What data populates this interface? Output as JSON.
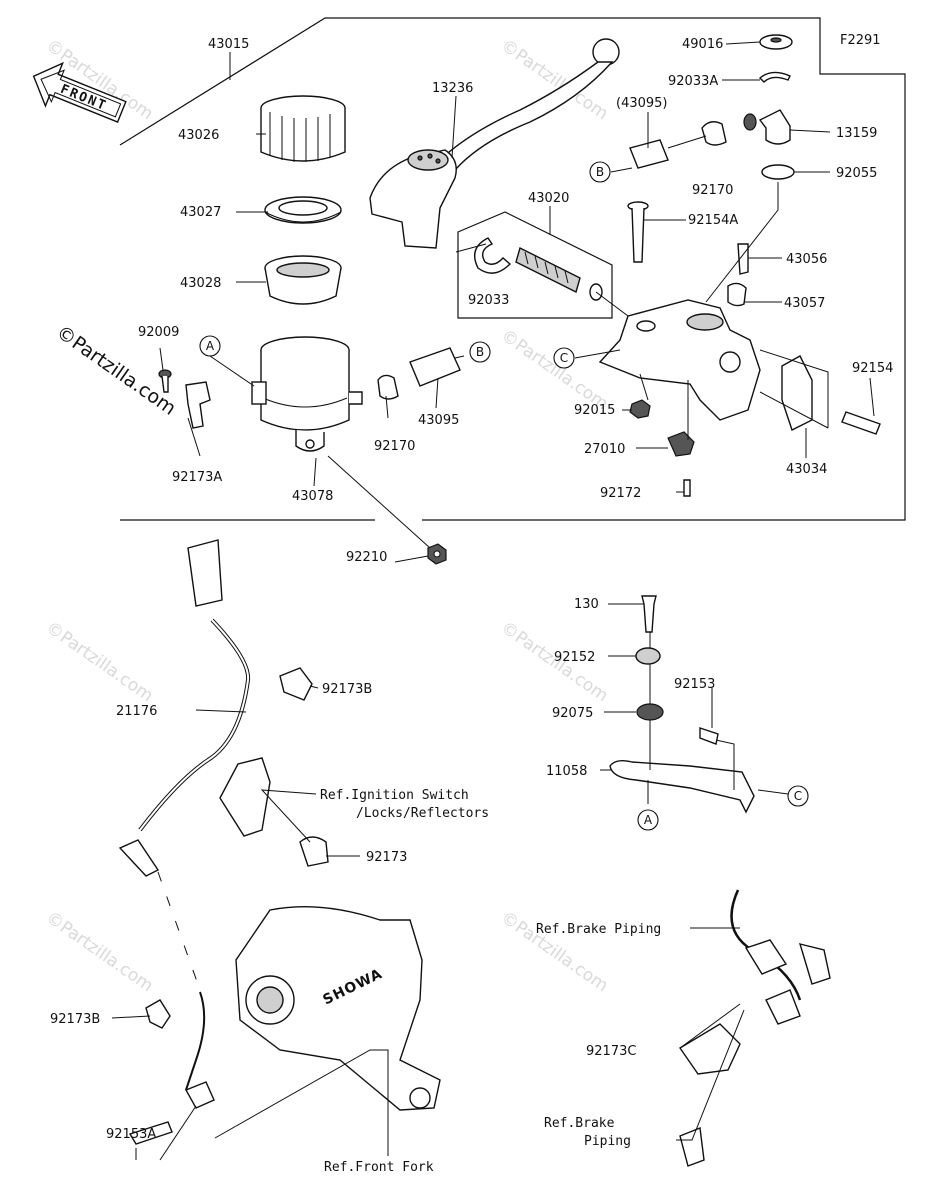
{
  "figure_code": "F2291",
  "front_label": "FRONT",
  "brand_stamp": "SHOWA",
  "watermark": "©Partzilla.com",
  "side_watermark": "©Partzilla.com",
  "part_numbers": {
    "p43015": "43015",
    "p43026": "43026",
    "p43027": "43027",
    "p43028": "43028",
    "p92009": "92009",
    "p92173a": "92173A",
    "p43078": "43078",
    "p92170_left": "92170",
    "p43095_left": "43095",
    "p92210": "92210",
    "p13236": "13236",
    "p43020": "43020",
    "p92033": "92033",
    "p43095_paren": "(43095)",
    "p49016": "49016",
    "p92033a": "92033A",
    "p13159": "13159",
    "p92170_right": "92170",
    "p92055": "92055",
    "p92154a": "92154A",
    "p43056": "43056",
    "p43057": "43057",
    "p92154": "92154",
    "p92015": "92015",
    "p27010": "27010",
    "p92172": "92172",
    "p43034": "43034",
    "p130": "130",
    "p92152": "92152",
    "p92153": "92153",
    "p92075": "92075",
    "p11058": "11058",
    "p21176": "21176",
    "p92173b_top": "92173B",
    "p92173": "92173",
    "p92173b_low": "92173B",
    "p92153a": "92153A",
    "p92173c": "92173C"
  },
  "refs": {
    "ignition_1": "Ref.Ignition Switch",
    "ignition_2": "/Locks/Reflectors",
    "brake_piping": "Ref.Brake Piping",
    "brake_piping_2a": "Ref.Brake",
    "brake_piping_2b": "Piping",
    "front_fork": "Ref.Front Fork"
  },
  "callouts": {
    "a1": "A",
    "b1": "B",
    "b2": "B",
    "c1": "C",
    "c2": "C",
    "a2": "A"
  }
}
